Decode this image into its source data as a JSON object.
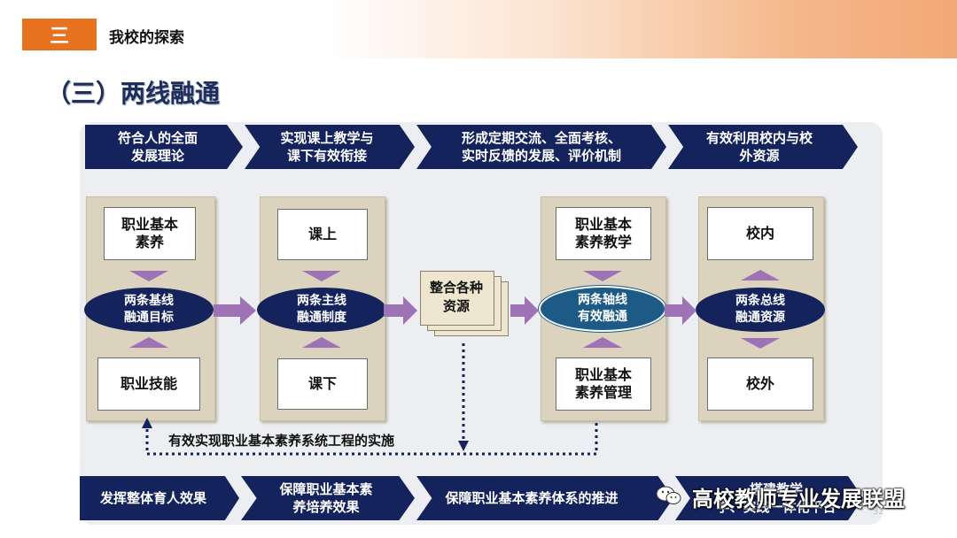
{
  "header": {
    "section_number": "三",
    "section_title": "我校的探索"
  },
  "slide_title": "（三）两线融通",
  "top_chevrons": [
    {
      "line1": "符合人的全面",
      "line2": "发展理论"
    },
    {
      "line1": "实现课上教学与",
      "line2": "课下有效衔接"
    },
    {
      "line1": "形成定期交流、全面考核、",
      "line2": "实时反馈的发展、评价机制"
    },
    {
      "line1": "有效利用校内与校",
      "line2": "外资源"
    }
  ],
  "columns": [
    {
      "top_line1": "职业基本",
      "top_line2": "素养",
      "ellipse_line1": "两条基线",
      "ellipse_line2": "融通目标",
      "bottom_line1": "职业技能",
      "bottom_line2": ""
    },
    {
      "top_line1": "课上",
      "top_line2": "",
      "ellipse_line1": "两条主线",
      "ellipse_line2": "融通制度",
      "bottom_line1": "课下",
      "bottom_line2": ""
    },
    {
      "top_line1": "职业基本",
      "top_line2": "素养教学",
      "ellipse_line1": "两条轴线",
      "ellipse_line2": "有效融通",
      "bottom_line1": "职业基本",
      "bottom_line2": "素养管理"
    },
    {
      "top_line1": "校内",
      "top_line2": "",
      "ellipse_line1": "两条总线",
      "ellipse_line2": "融通资源",
      "bottom_line1": "校外",
      "bottom_line2": ""
    }
  ],
  "middle_node": {
    "line1": "整合各种",
    "line2": "资源"
  },
  "feedback_text": "有效实现职业基本素养系统工程的实施",
  "bottom_chevrons": [
    {
      "line1": "发挥整体育人效果",
      "line2": ""
    },
    {
      "line1": "保障职业基本素",
      "line2": "养培养效果"
    },
    {
      "line1": "保障职业基本素养体系的推进",
      "line2": ""
    },
    {
      "line1": "搭建教学",
      "line2": "学、实践一体化平台"
    }
  ],
  "watermark": "高校教师专业发展联盟",
  "page_number": "32",
  "colors": {
    "navy": "#14235b",
    "accent_orange": "#e8731f",
    "arrow_purple": "#9d73b6",
    "column_beige": "#dcd3bf"
  }
}
